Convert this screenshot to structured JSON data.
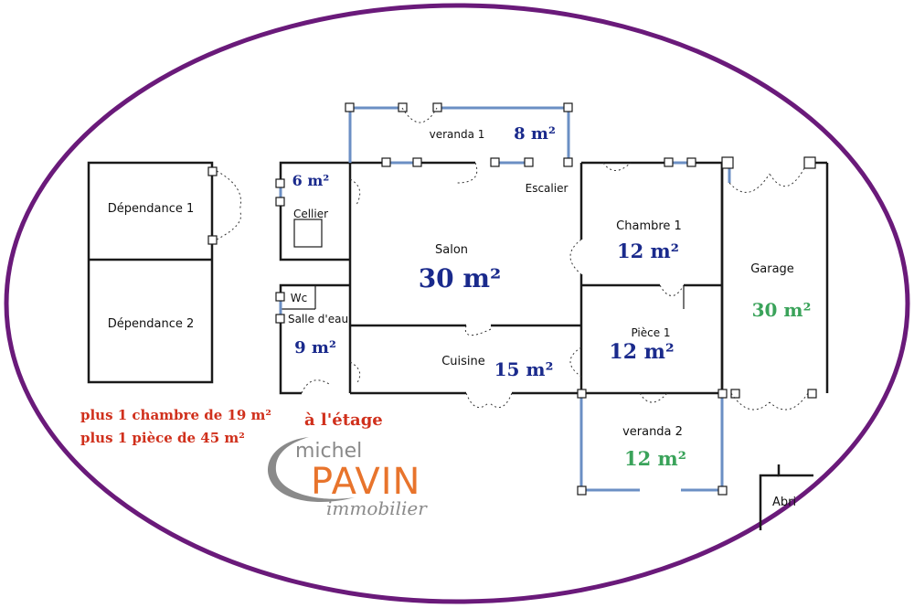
{
  "colors": {
    "frame": "#6a1a7a",
    "area_blue": "#1a2a8c",
    "area_green": "#3aa35a",
    "note_red": "#d0301c",
    "logo_orange": "#e8742c",
    "logo_grey": "#8a8a8a"
  },
  "rooms": {
    "dependance1": "Dépendance 1",
    "dependance2": "Dépendance 2",
    "cellier": "Cellier",
    "cellier_area": "6 m²",
    "wc": "Wc",
    "salle_eau": "Salle d'eau",
    "salle_eau_area": "9 m²",
    "veranda1": "veranda 1",
    "veranda1_area": "8 m²",
    "escalier": "Escalier",
    "salon": "Salon",
    "salon_area": "30 m²",
    "chambre1": "Chambre 1",
    "chambre1_area": "12 m²",
    "garage": "Garage",
    "garage_area": "30 m²",
    "piece1": "Pièce 1",
    "piece1_area": "12 m²",
    "cuisine": "Cuisine",
    "cuisine_area": "15 m²",
    "veranda2": "veranda 2",
    "veranda2_area": "12 m²",
    "abri": "Abri"
  },
  "notes": {
    "line1": "plus 1 chambre de 19 m²",
    "line2": "plus 1 pièce de 45 m²",
    "etage": "à l'étage"
  },
  "logo": {
    "michel": "michel",
    "pavin": "PAVIN",
    "immobilier": "immobilier"
  }
}
